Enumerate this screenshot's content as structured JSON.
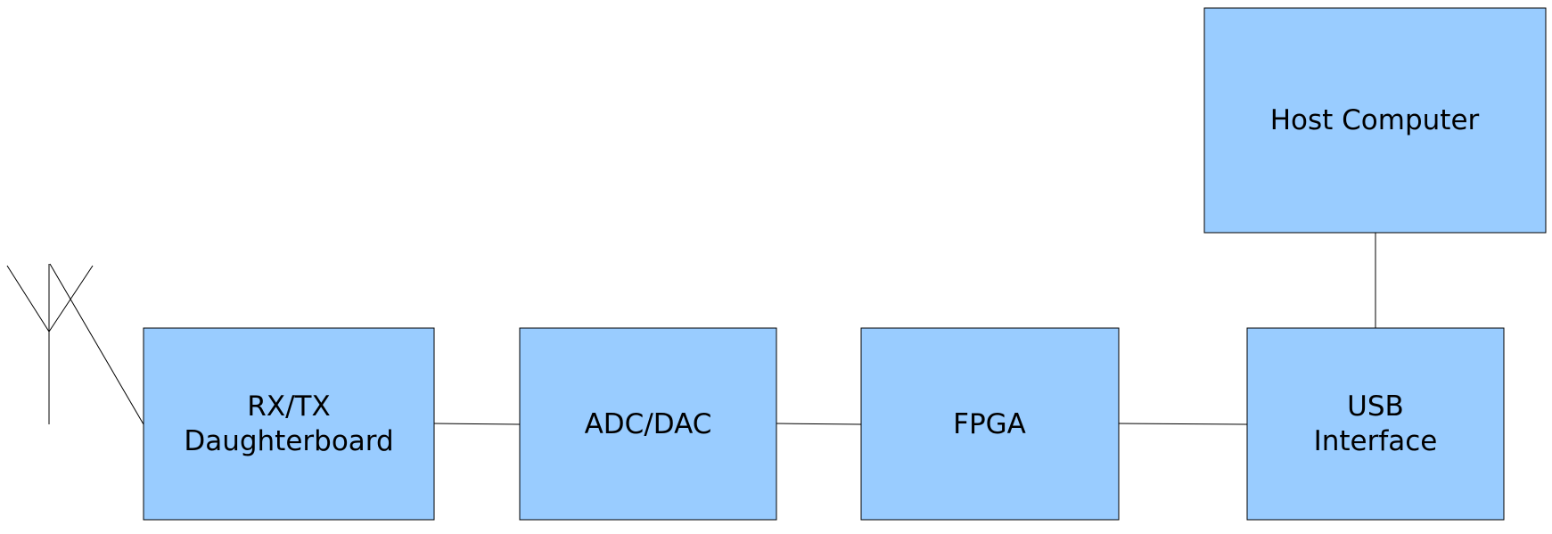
{
  "diagram": {
    "colors": {
      "block_fill": "#99ccff",
      "stroke": "#000000",
      "text": "#000000"
    },
    "antenna": {
      "icon": "antenna-icon"
    },
    "blocks": {
      "rxtx": {
        "line1": "RX/TX",
        "line2": "Daughterboard"
      },
      "adcdac": {
        "label": "ADC/DAC"
      },
      "fpga": {
        "label": "FPGA"
      },
      "usb": {
        "line1": "USB",
        "line2": "Interface"
      },
      "host": {
        "label": "Host Computer"
      }
    }
  }
}
